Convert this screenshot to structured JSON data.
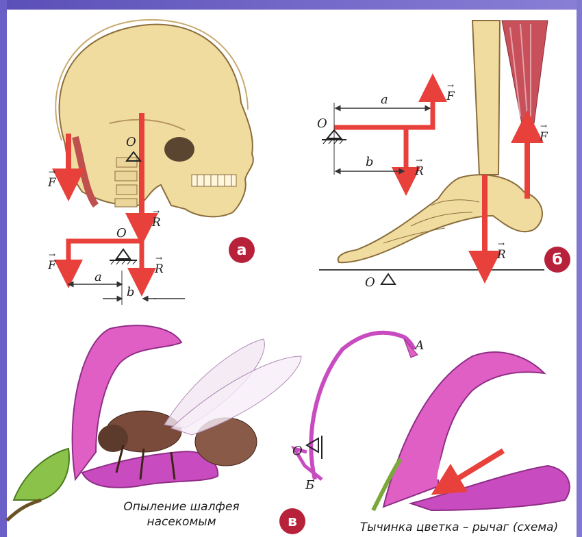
{
  "colors": {
    "arrow_red": "#e8403b",
    "bone": "#f1dca0",
    "flower_pink": "#e05fc4",
    "badge": "#b8213a",
    "frame_purple": "#5b4fb8"
  },
  "panel_a": {
    "badge": "а",
    "labels": {
      "O_top": "O",
      "O_diag": "O",
      "F_top": "F",
      "R_top": "R",
      "F_diag": "F",
      "R_diag": "R",
      "a": "a",
      "b": "b"
    }
  },
  "panel_b": {
    "badge": "б",
    "labels": {
      "O_lever": "O",
      "a": "a",
      "b": "b",
      "F_lever": "F",
      "R_lever": "R",
      "F_foot": "F",
      "R_foot": "R",
      "O_foot": "O"
    }
  },
  "panel_v": {
    "badge": "в",
    "caption_line1": "Опыление шалфея",
    "caption_line2": "насекомым",
    "caption_right": "Тычинка цветка – рычаг (схема)",
    "labels": {
      "A": "А",
      "O": "О",
      "B": "Б"
    }
  },
  "icons": [
    "skull-icon",
    "foot-bone-icon",
    "sage-flower-icon",
    "bee-icon",
    "stamen-lever-icon",
    "fulcrum-icon"
  ]
}
